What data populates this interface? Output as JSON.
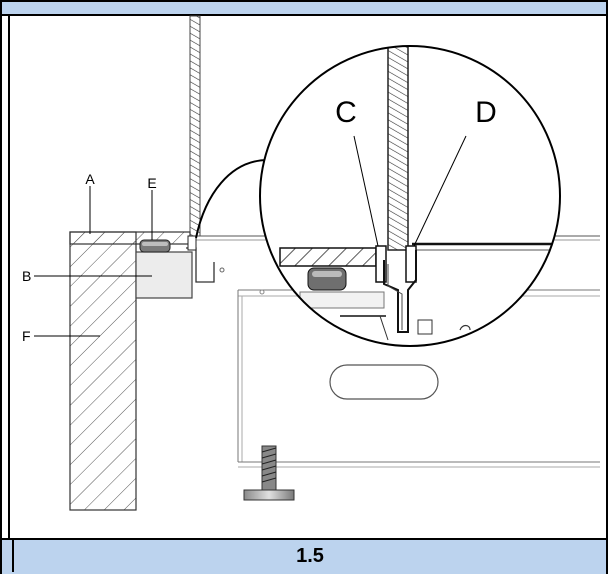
{
  "diagram": {
    "labels": {
      "a": "A",
      "b": "B",
      "e": "E",
      "f": "F",
      "c": "C",
      "d": "D"
    },
    "caption": "1.5"
  },
  "colors": {
    "band": "#bcd3ee",
    "line": "#000000",
    "hatch_dark": "#2a2a2a",
    "hatch_light": "#777777"
  }
}
